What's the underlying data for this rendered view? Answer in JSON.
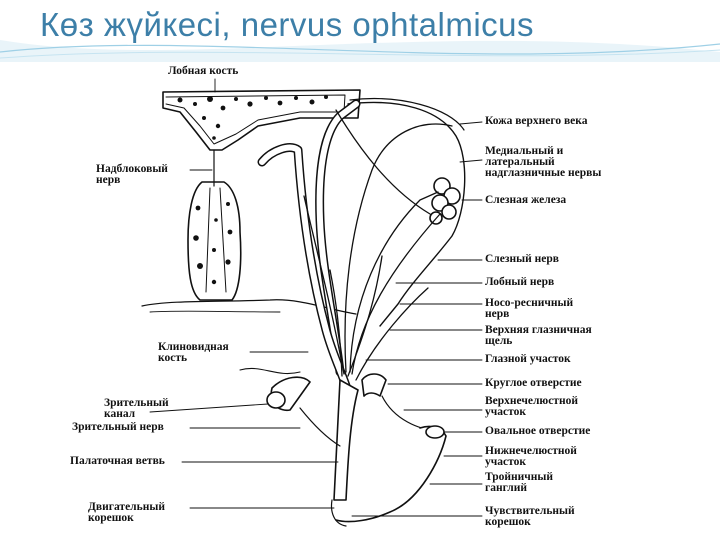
{
  "title": "Көз жүйкесі, nervus ophtalmicus",
  "labels": {
    "frontal_bone": "Лобная кость",
    "supratrochlear": "Надблоковый\nнерв",
    "sphenoid": "Клиновидная\nкость",
    "optic_canal": "Зрительный\nканал",
    "optic_nerve": "Зрительный нерв",
    "palatine": "Палаточная ветвь",
    "motor_root": "Двигательный\nкорешок",
    "upper_lid_skin": "Кожа верхнего века",
    "supraorbital": "Медиальный и\nлатеральный\nнадглазничные нервы",
    "lacrimal_gland": "Слезная железа",
    "lacrimal_nerve": "Слезный нерв",
    "frontal_nerve": "Лобный нерв",
    "nasociliary": "Носо-ресничный\nнерв",
    "sup_orbital_fissure": "Верхняя глазничная\nщель",
    "ophthalmic_part": "Глазной участок",
    "foramen_rotundum": "Круглое отверстие",
    "maxillary": "Верхнечелюстной\nучасток",
    "foramen_ovale": "Овальное отверстие",
    "mandibular": "Нижнечелюстной\nучасток",
    "trigeminal_ganglion": "Тройничный\nганглий",
    "sensory_root": "Чувствительный\nкорешок"
  }
}
